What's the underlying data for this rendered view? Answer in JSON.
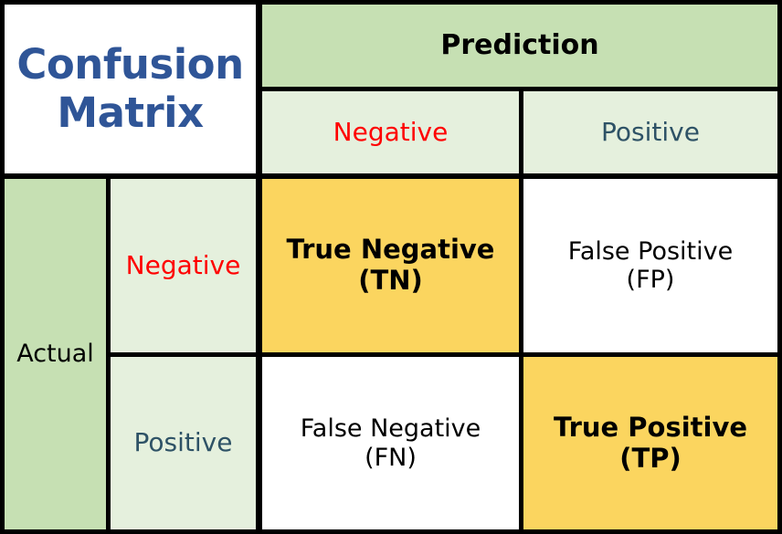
{
  "title": {
    "text": "Confusion\nMatrix",
    "color": "#2F5597"
  },
  "headers": {
    "prediction_label": "Prediction",
    "actual_label": "Actual",
    "prediction_columns": [
      {
        "label": "Negative",
        "color": "#FF0000"
      },
      {
        "label": "Positive",
        "color": "#2E5266"
      }
    ],
    "actual_rows": [
      {
        "label": "Negative",
        "color": "#FF0000"
      },
      {
        "label": "Positive",
        "color": "#2E5266"
      }
    ]
  },
  "cells": {
    "true_negative": "True Negative\n(TN)",
    "false_positive": "False Positive\n(FP)",
    "false_negative": "False Negative\n(FN)",
    "true_positive": "True Positive\n(TP)"
  },
  "chart_data": {
    "type": "table",
    "title": "Confusion Matrix",
    "xlabel": "Prediction",
    "ylabel": "Actual",
    "categories": [
      "Negative",
      "Positive"
    ],
    "row_headers": [
      "Negative",
      "Positive"
    ],
    "column_headers": [
      "Negative",
      "Positive"
    ],
    "cells": [
      [
        "True Negative (TN)",
        "False Positive (FP)"
      ],
      [
        "False Negative (FN)",
        "True Positive (TP)"
      ]
    ],
    "highlighted_cells": [
      "True Negative (TN)",
      "True Positive (TP)"
    ],
    "grid": true,
    "legend": "none"
  },
  "colors": {
    "border": "#000000",
    "header_green": "#C6E0B3",
    "subheader_green": "#E5F0DD",
    "highlight_amber": "#FBD55F",
    "plain_white": "#FFFFFF",
    "negative_red": "#FF0000",
    "positive_blue": "#2E5266",
    "title_blue": "#2F5597"
  }
}
